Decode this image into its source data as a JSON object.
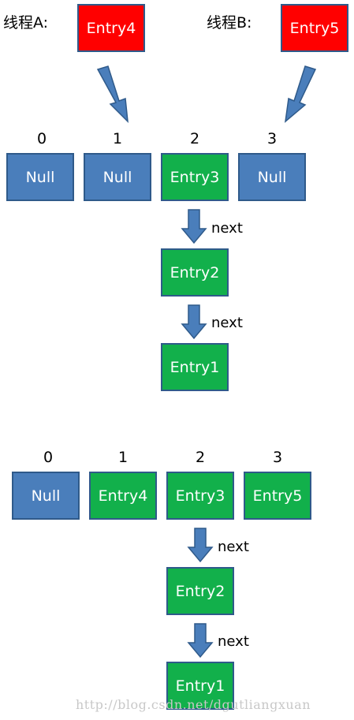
{
  "top": {
    "thread_a_label": "线程A:",
    "thread_b_label": "线程B:",
    "thread_a_entry": "Entry4",
    "thread_b_entry": "Entry5",
    "indices": [
      "0",
      "1",
      "2",
      "3"
    ],
    "slots": [
      "Null",
      "Null",
      "Entry3",
      "Null"
    ],
    "chain": [
      "Entry2",
      "Entry1"
    ],
    "next_label": "next"
  },
  "bottom": {
    "indices": [
      "0",
      "1",
      "2",
      "3"
    ],
    "slots": [
      "Null",
      "Entry4",
      "Entry3",
      "Entry5"
    ],
    "chain": [
      "Entry2",
      "Entry1"
    ],
    "next_label": "next"
  },
  "watermark": "http://blog.csdn.net/dgutliangxuan",
  "colors": {
    "null_fill": "#4a7ebb",
    "entry_fill": "#12b04b",
    "thread_entry_fill": "#ff0000",
    "arrow_fill": "#4a7ebb",
    "arrow_stroke": "#2f5a8a"
  }
}
